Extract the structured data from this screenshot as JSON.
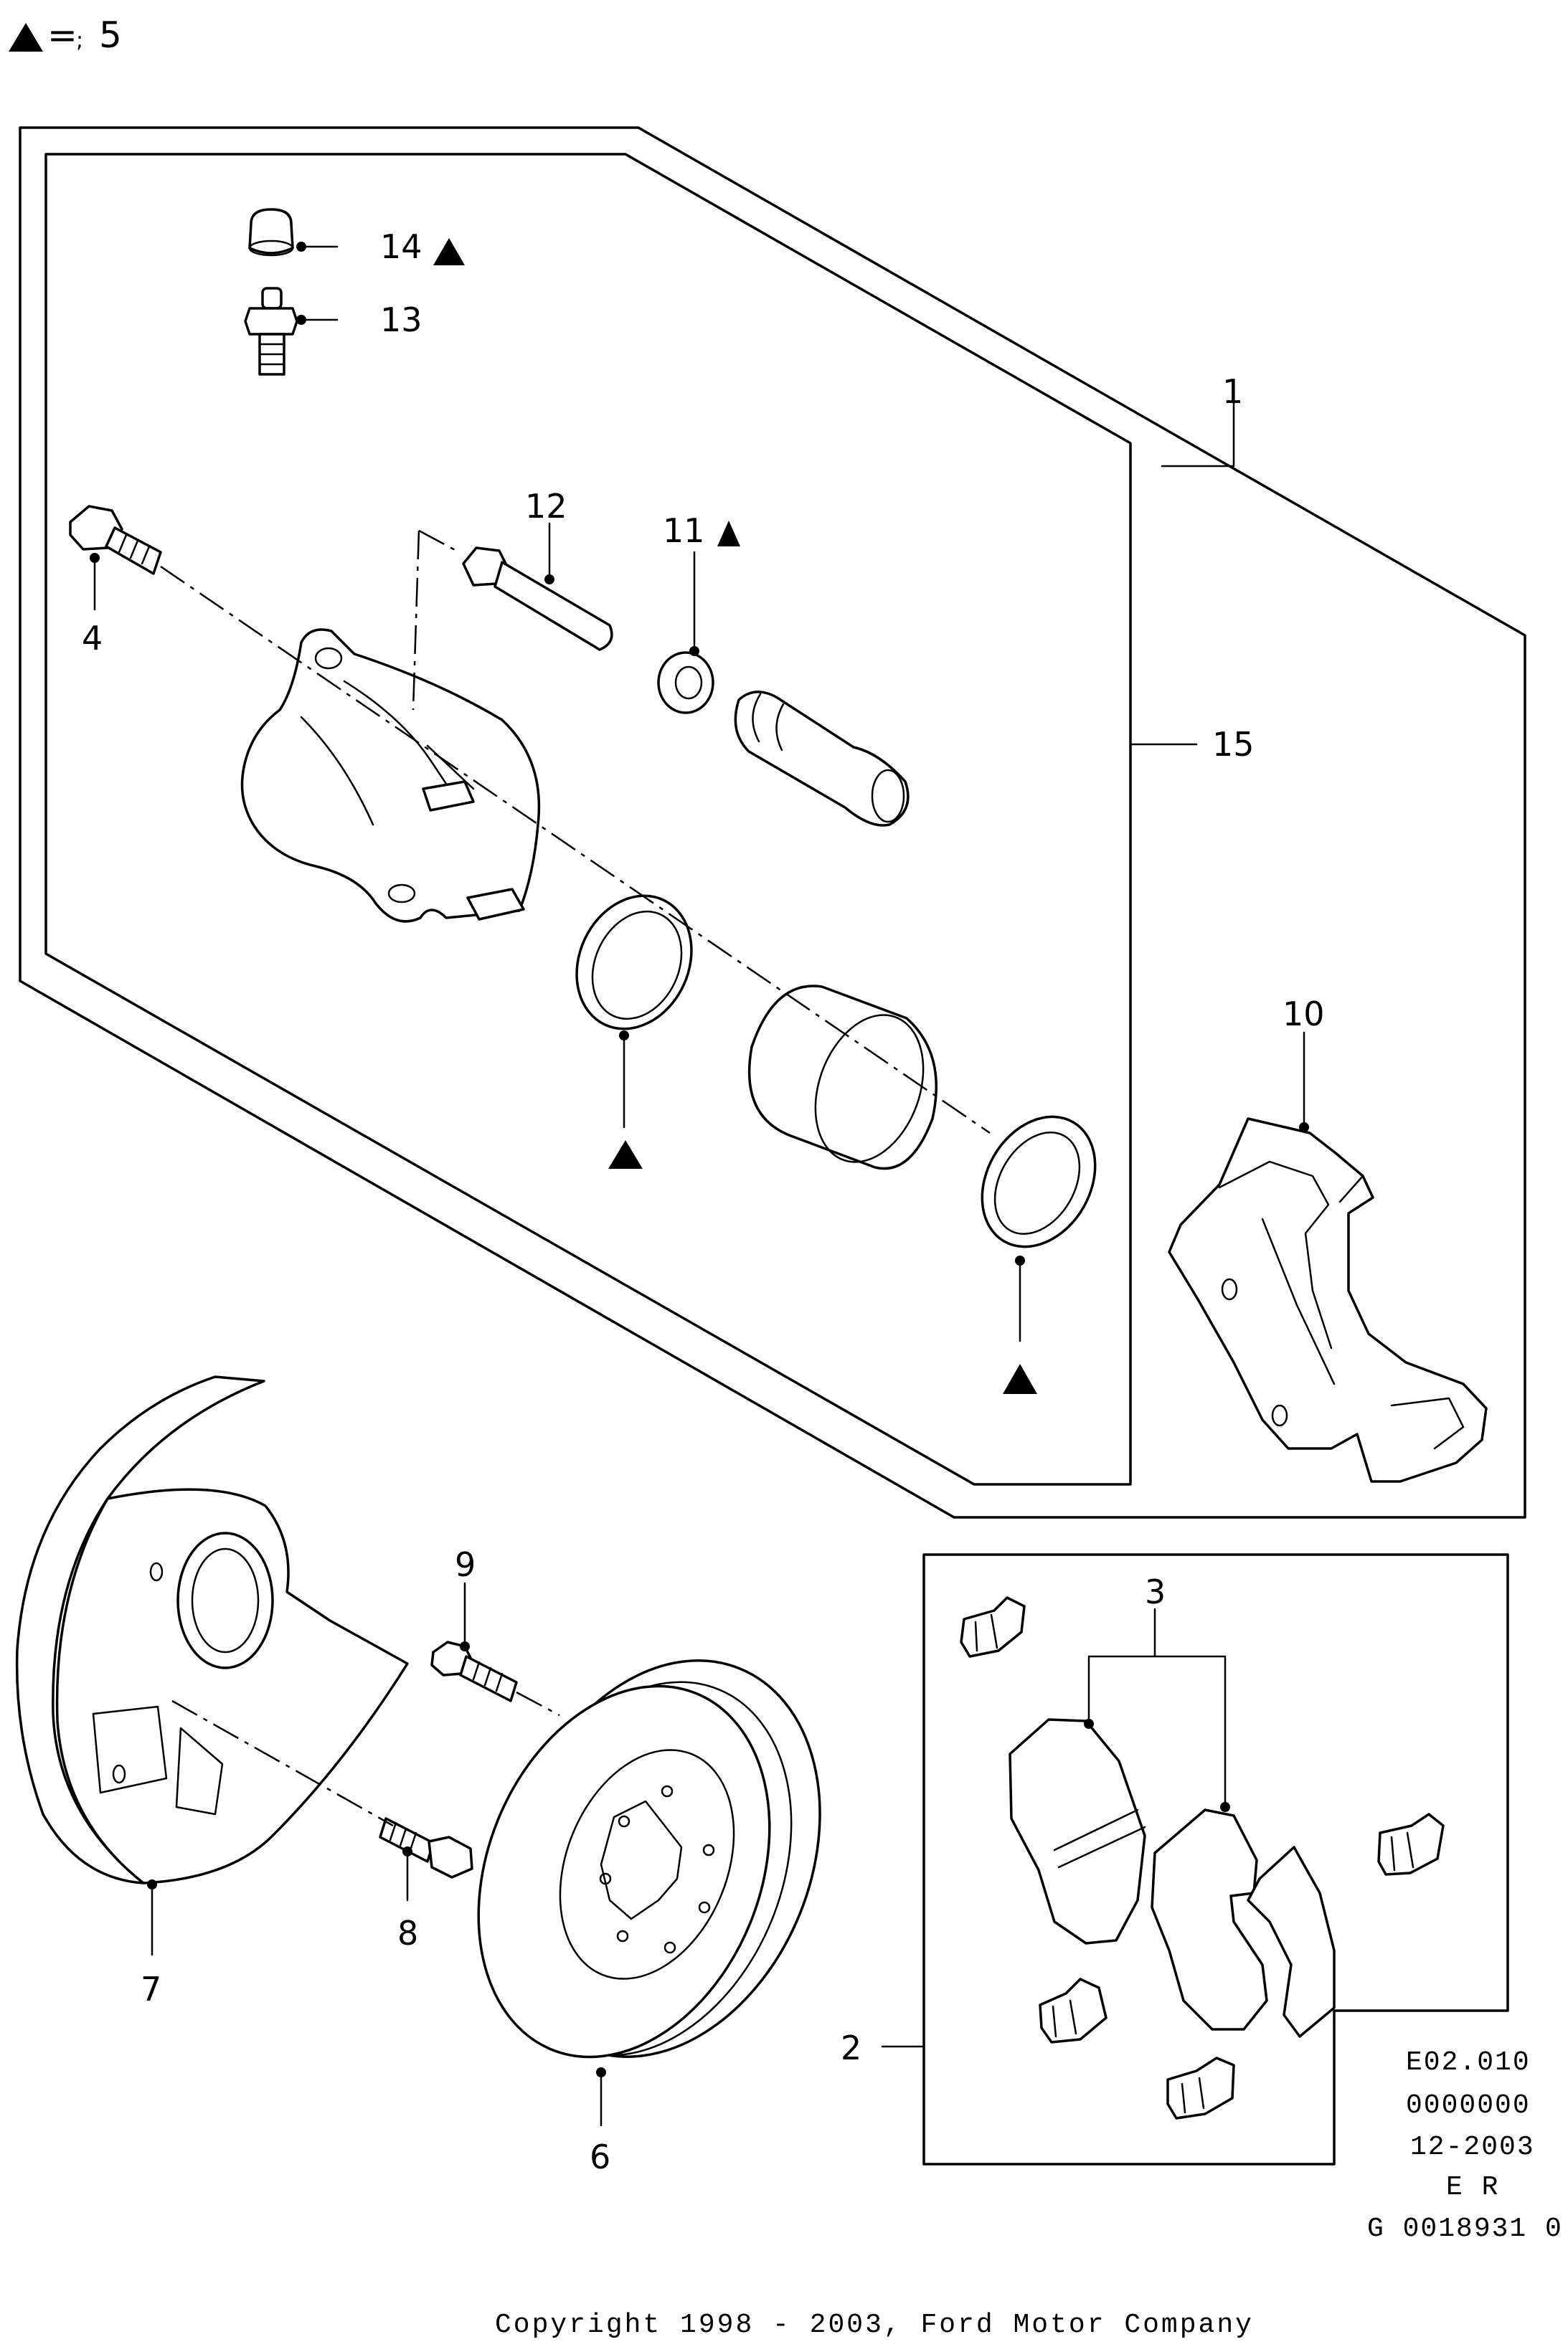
{
  "legend": {
    "marker": "▲",
    "text": "=",
    "sep": ";",
    "value": "5"
  },
  "callouts": {
    "c1": "1",
    "c2": "2",
    "c3": "3",
    "c4": "4",
    "c6": "6",
    "c7": "7",
    "c8": "8",
    "c9": "9",
    "c10": "10",
    "c11": "11",
    "c12": "12",
    "c13": "13",
    "c14": "14",
    "c15": "15"
  },
  "markers": {
    "triangle": "▲"
  },
  "code_block": {
    "line1": "E02.010",
    "line2": "0000000",
    "line3": "12-2003",
    "line4": "E R",
    "line5": "G 0018931 0"
  },
  "copyright": "Copyright 1998 - 2003, Ford Motor Company",
  "colors": {
    "ink": "#000000",
    "paper": "#ffffff"
  }
}
